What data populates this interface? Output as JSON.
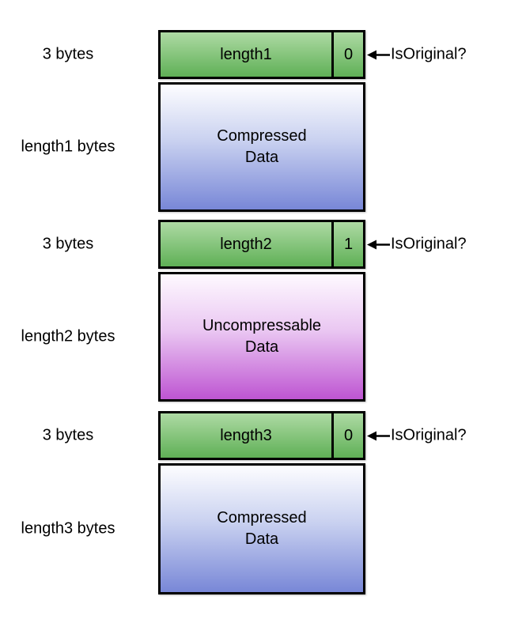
{
  "blocks": [
    {
      "header_label": "length1",
      "flag": "0",
      "body_line1": "Compressed",
      "body_line2": "Data",
      "body_type": "compressed",
      "left_header_label": "3 bytes",
      "left_body_label": "length1 bytes",
      "annotation": "IsOriginal?"
    },
    {
      "header_label": "length2",
      "flag": "1",
      "body_line1": "Uncompressable",
      "body_line2": "Data",
      "body_type": "uncompressable",
      "left_header_label": "3 bytes",
      "left_body_label": "length2 bytes",
      "annotation": "IsOriginal?"
    },
    {
      "header_label": "length3",
      "flag": "0",
      "body_line1": "Compressed",
      "body_line2": "Data",
      "body_type": "compressed",
      "left_header_label": "3 bytes",
      "left_body_label": "length3 bytes",
      "annotation": "IsOriginal?"
    }
  ],
  "colors": {
    "header_top": "#aedaa4",
    "header_bottom": "#5fb056",
    "compressed_top": "#fdfdff",
    "compressed_bottom": "#7887d7",
    "uncompressable_top": "#fef9ff",
    "uncompressable_bottom": "#be55d2",
    "border": "#000000",
    "text": "#000000"
  }
}
